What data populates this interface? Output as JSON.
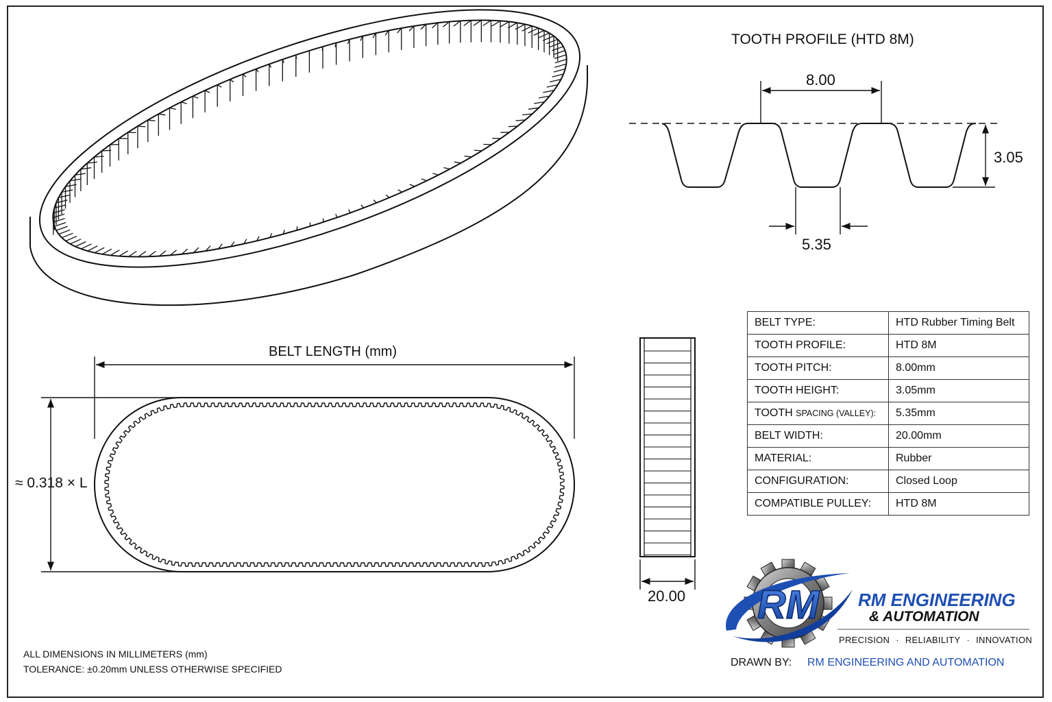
{
  "tooth_profile": {
    "title": "TOOTH PROFILE (HTD 8M)",
    "pitch_label": "8.00",
    "height_label": "3.05",
    "spacing_label": "5.35"
  },
  "belt_length": {
    "title": "BELT LENGTH (mm)",
    "height_label": "≈ 0.318 × L"
  },
  "belt_width": {
    "label": "20.00"
  },
  "spec_table": {
    "rows": [
      {
        "key": "BELT TYPE:",
        "value": "HTD Rubber Timing Belt"
      },
      {
        "key": "TOOTH PROFILE:",
        "value": "HTD 8M"
      },
      {
        "key": "TOOTH PITCH:",
        "value": "8.00mm"
      },
      {
        "key": "TOOTH HEIGHT:",
        "value": "3.05mm"
      },
      {
        "key_main": "TOOTH ",
        "key_small": "SPACING (VALLEY):",
        "value": "5.35mm"
      },
      {
        "key": "BELT WIDTH:",
        "value": "20.00mm"
      },
      {
        "key": "MATERIAL:",
        "value": "Rubber"
      },
      {
        "key": "CONFIGURATION:",
        "value": "Closed Loop"
      },
      {
        "key": "COMPATIBLE PULLEY:",
        "value": "HTD 8M"
      }
    ]
  },
  "notes": {
    "line1": "ALL DIMENSIONS IN MILLIMETERS (mm)",
    "line2": "TOLERANCE: ±0.20mm UNLESS OTHERWISE SPECIFIED"
  },
  "logo": {
    "monogram": "RM",
    "name_line1": "RM ENGINEERING",
    "name_line2": "& AUTOMATION",
    "tagline": [
      "PRECISION",
      "RELIABILITY",
      "INNOVATION"
    ],
    "brand_color": "#1e4fb3",
    "icon": "gear-icon"
  },
  "drawn_by": {
    "label": "DRAWN BY:",
    "value": "RM ENGINEERING AND AUTOMATION"
  }
}
